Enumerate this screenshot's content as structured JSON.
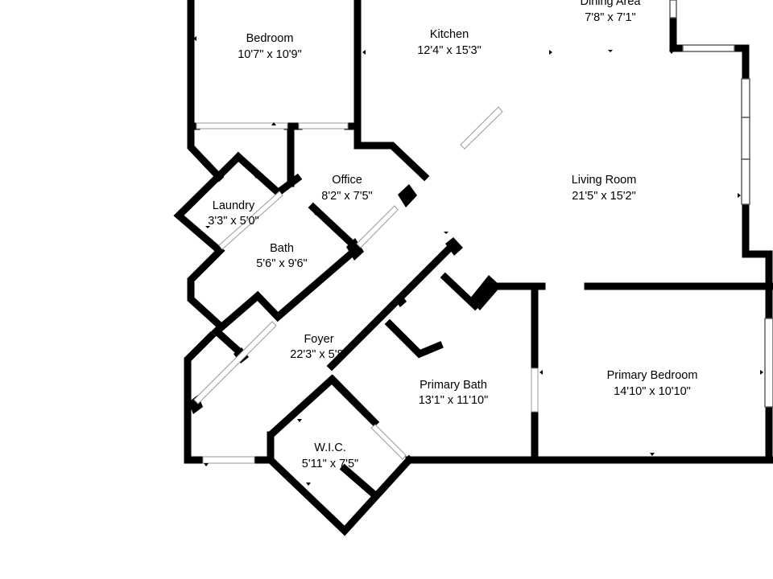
{
  "rooms": {
    "bedroom": {
      "name": "Bedroom",
      "dims": "10'7\" x 10'9\""
    },
    "kitchen": {
      "name": "Kitchen",
      "dims": "12'4\" x 15'3\""
    },
    "dining": {
      "name": "Dining Area",
      "dims": "7'8\" x 7'1\""
    },
    "office": {
      "name": "Office",
      "dims": "8'2\" x 7'5\""
    },
    "laundry": {
      "name": "Laundry",
      "dims": "3'3\" x 5'0\""
    },
    "bath": {
      "name": "Bath",
      "dims": "5'6\" x 9'6\""
    },
    "living": {
      "name": "Living Room",
      "dims": "21'5\" x 15'2\""
    },
    "foyer": {
      "name": "Foyer",
      "dims": "22'3\" x 5'8\""
    },
    "primary_bath": {
      "name": "Primary Bath",
      "dims": "13'1\" x 11'10\""
    },
    "primary_bedroom": {
      "name": "Primary Bedroom",
      "dims": "14'10\" x 10'10\""
    },
    "wic": {
      "name": "W.I.C.",
      "dims": "5'11\" x 7'5\""
    }
  }
}
